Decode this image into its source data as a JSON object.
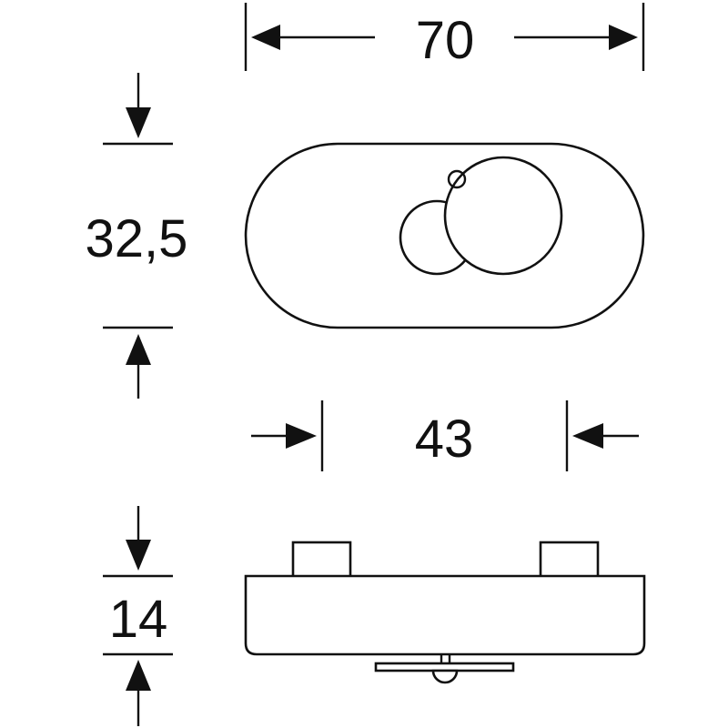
{
  "dimensions": {
    "width_top": "70",
    "height_top": "32,5",
    "hole_spacing": "43",
    "height_side": "14"
  },
  "colors": {
    "stroke": "#111111",
    "background": "#ffffff"
  }
}
